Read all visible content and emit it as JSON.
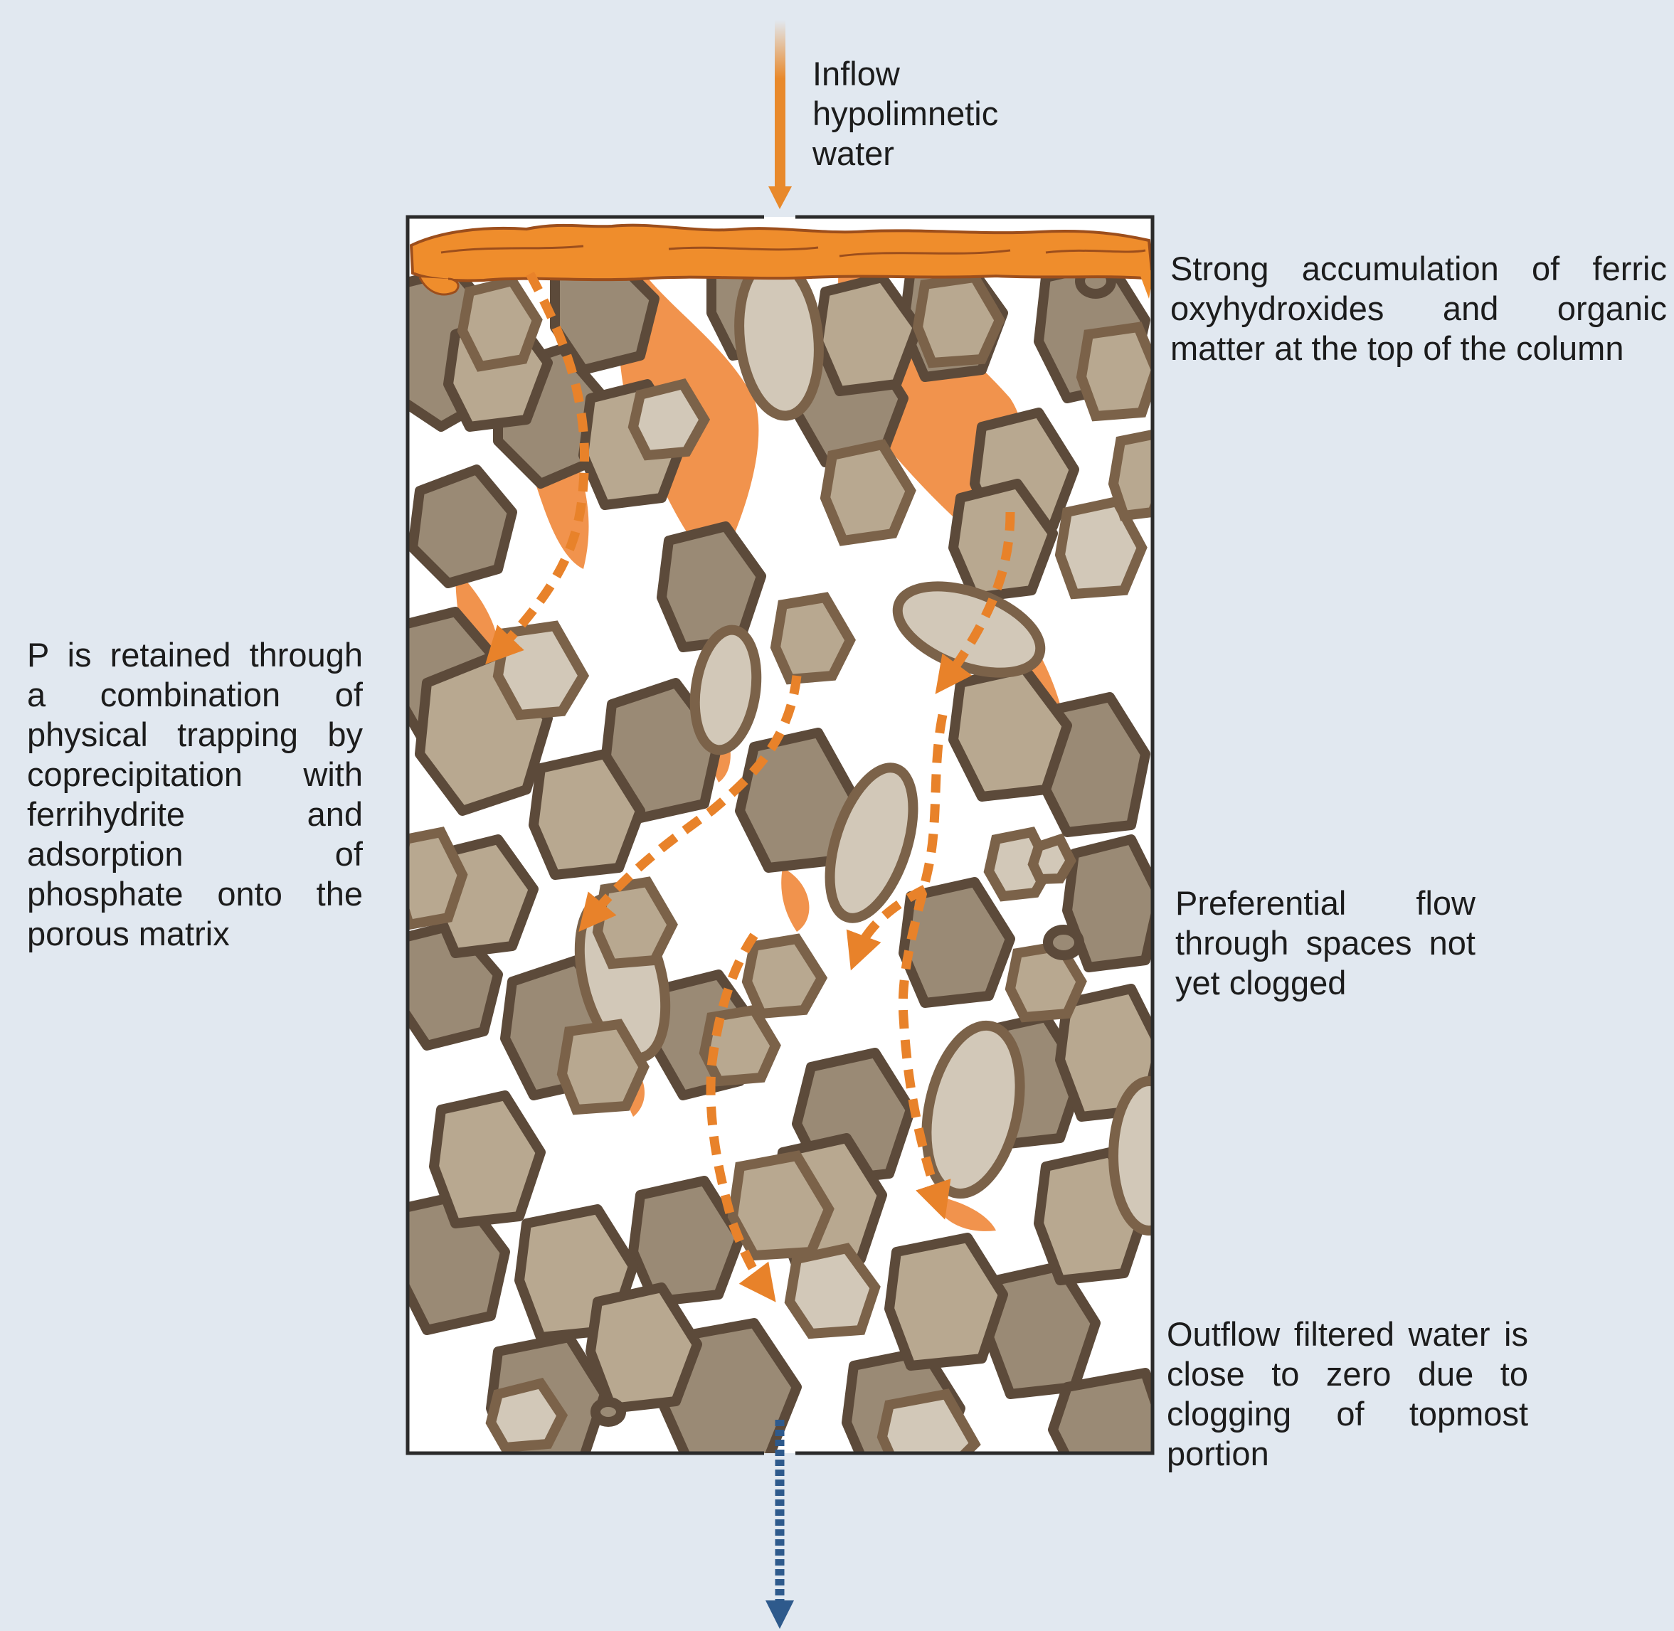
{
  "colors": {
    "background": "#e1e8f0",
    "column_fill": "#ffffff",
    "column_border": "#2b2b2b",
    "inflow_arrow": "#e8892b",
    "outflow_arrow": "#2e5a8c",
    "ferric_layer": "#ef8d2c",
    "ferric_outline": "#9c4e1c",
    "pore_precipitate": "#f08a3e",
    "flow_path": "#e8822a",
    "grain_dark": "#9a8a75",
    "grain_mid": "#b8a890",
    "grain_light": "#d2c8b8",
    "grain_outline_dark": "#5c4a3a",
    "grain_outline_light": "#7b6249"
  },
  "labels": {
    "inflow": "Inflow hypolimnetic water",
    "top_accumulation": "Strong accumulation of ferric oxyhydroxides and organic matter at the top of the column",
    "p_retention": "P is retained through a combination of physical trapping by coprecipitation with ferrihydrite and adsorption of phosphate onto the porous matrix",
    "preferential_flow": "Preferential flow through spaces not yet clogged",
    "outflow": "Outflow filtered water is close to zero due to clogging of topmost portion"
  }
}
